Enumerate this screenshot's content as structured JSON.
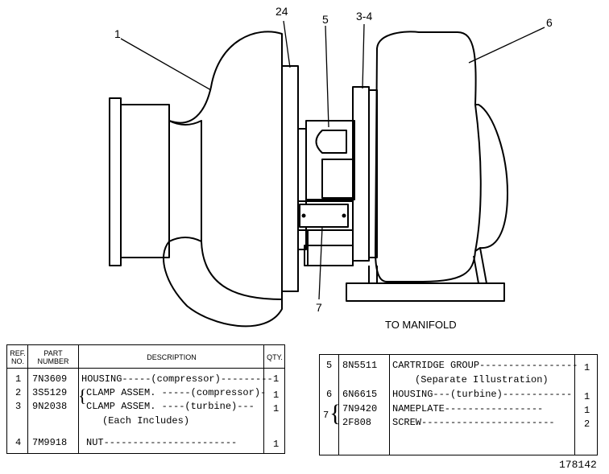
{
  "drawing": {
    "callouts": [
      "1",
      "24",
      "5",
      "3-4",
      "6",
      "7"
    ],
    "manifold_label": "TO MANIFOLD",
    "figure_number": "178142"
  },
  "left_table": {
    "headers": {
      "ref": "REF. NO.",
      "part": "PART NUMBER",
      "desc": "DESCRIPTION",
      "qty": "QTY."
    },
    "rows": [
      {
        "ref": "1",
        "part": "7N3609",
        "desc": "HOUSING-----(compressor)---------",
        "qty": "1"
      },
      {
        "ref": "2",
        "part": "3S5129",
        "desc": "CLAMP ASSEM. -----(compressor)-",
        "qty": "1"
      },
      {
        "ref": "3",
        "part": "9N2038",
        "desc": "CLAMP ASSEM. ----(turbine)---",
        "qty": "1"
      },
      {
        "ref": "",
        "part": "",
        "desc": "(Each Includes)",
        "qty": ""
      },
      {
        "ref": "4",
        "part": "7M9918",
        "desc": "NUT-----------------------",
        "qty": "1"
      }
    ]
  },
  "right_table": {
    "rows": [
      {
        "ref": "5",
        "part": "8N5511",
        "desc": "CARTRIDGE GROUP-----------------",
        "qty": "1"
      },
      {
        "ref": "",
        "part": "",
        "desc": "(Separate Illustration)",
        "qty": ""
      },
      {
        "ref": "6",
        "part": "6N6615",
        "desc": "HOUSING---(turbine)------------",
        "qty": "1"
      },
      {
        "ref": "7",
        "part": "7N9420",
        "desc": "NAMEPLATE-----------------",
        "qty": "1"
      },
      {
        "ref": "",
        "part": "2F808",
        "desc": "SCREW-----------------------",
        "qty": "2"
      }
    ]
  }
}
